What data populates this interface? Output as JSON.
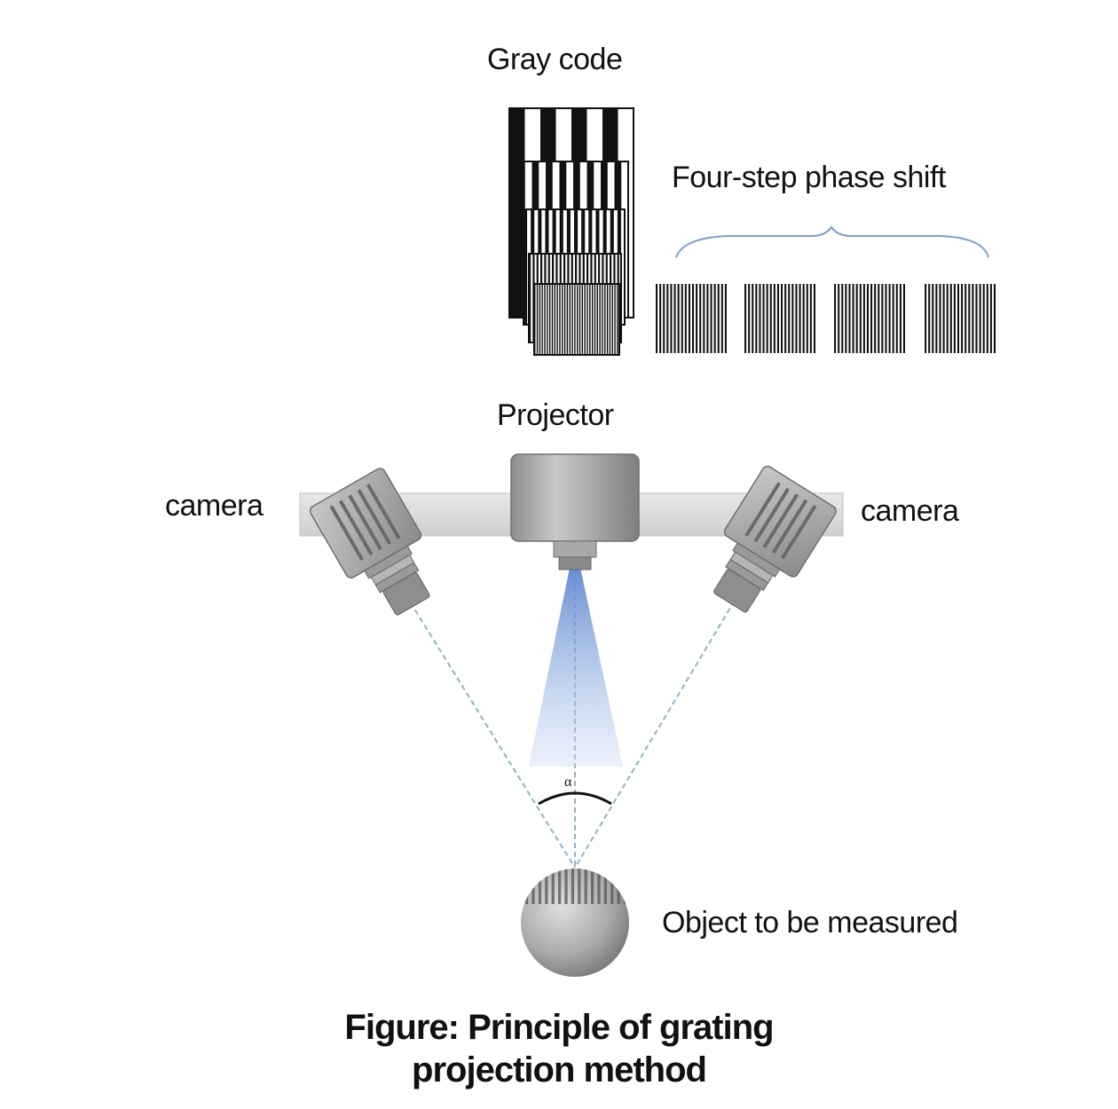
{
  "labels": {
    "gray_code": "Gray code",
    "phase_shift": "Four-step phase shift",
    "projector": "Projector",
    "camera_left": "camera",
    "camera_right": "camera",
    "object": "Object to be measured",
    "angle": "α"
  },
  "caption": {
    "line1": "Figure: Principle of grating",
    "line2": "projection method"
  },
  "colors": {
    "rail": "#d6d6d6",
    "device_body": "#9c9c9c",
    "beam": "#6e93d4",
    "dashed_line": "#8fb3c8",
    "stripes": "#111111"
  }
}
